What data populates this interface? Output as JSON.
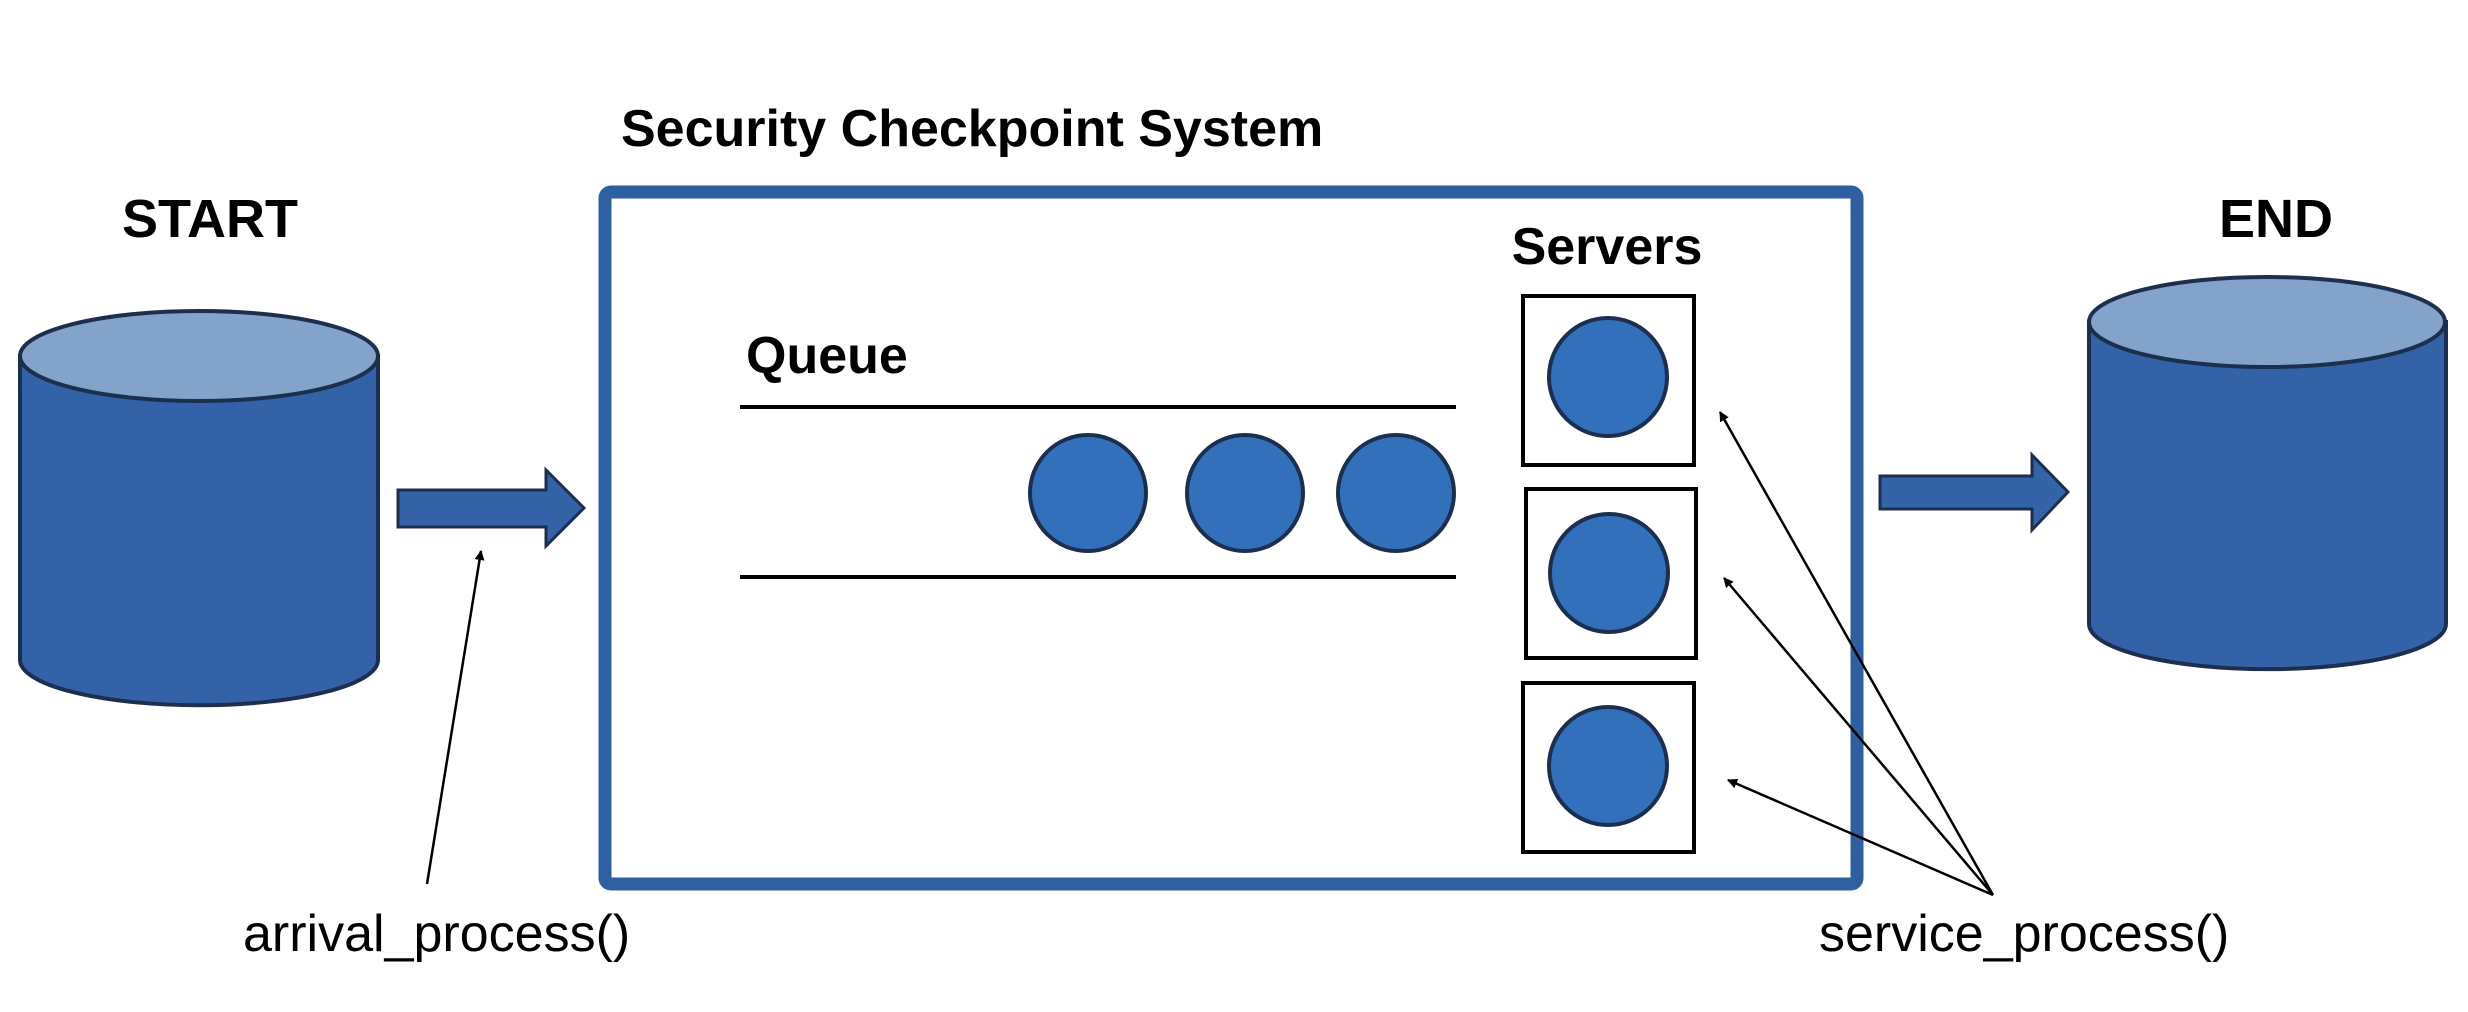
{
  "labels": {
    "start": "START",
    "end": "END",
    "system_title": "Security Checkpoint System",
    "queue": "Queue",
    "servers": "Servers",
    "arrival_process": "arrival_process()",
    "service_process": "service_process()"
  },
  "colors": {
    "cylinder_body": "#3462a8",
    "cylinder_top": "#84a3ca",
    "outline": "#1d2f4f",
    "system_border": "#2e5fa1",
    "customer": "#3270bb",
    "arrow_fill": "#3463a8"
  },
  "queue": {
    "customer_count": 3
  },
  "servers": {
    "count": 3
  }
}
